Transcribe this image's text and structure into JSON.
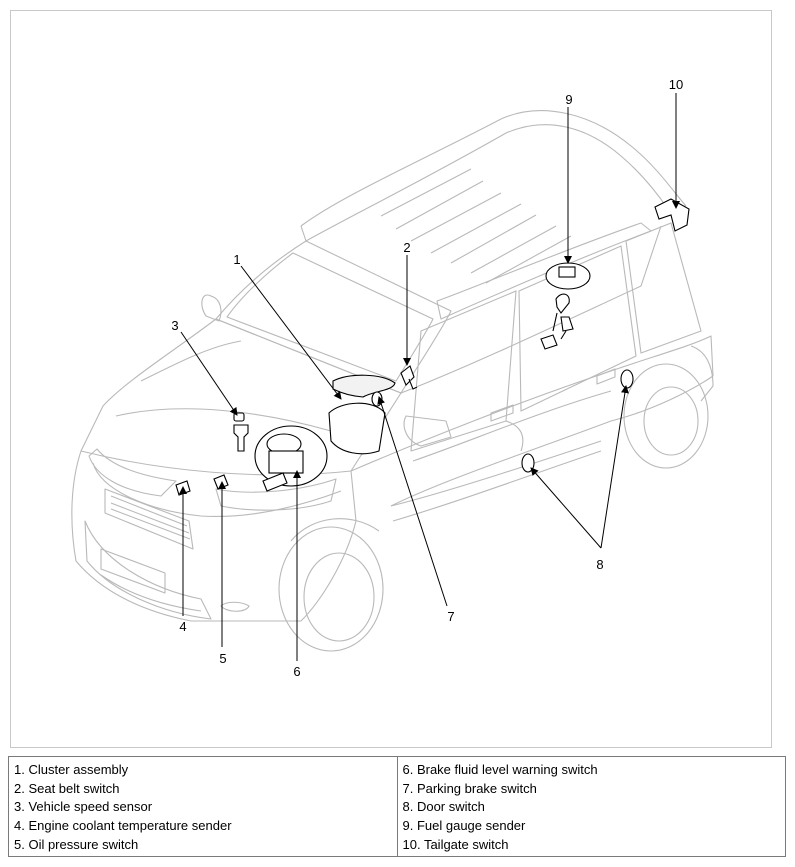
{
  "callouts": [
    "1",
    "2",
    "3",
    "4",
    "5",
    "6",
    "7",
    "8",
    "9",
    "10"
  ],
  "legend": {
    "left": [
      "1. Cluster assembly",
      "2. Seat belt switch",
      "3. Vehicle speed sensor",
      "4. Engine coolant temperature sender",
      "5. Oil pressure switch"
    ],
    "right": [
      "6. Brake fluid level warning switch",
      "7. Parking brake switch",
      "8. Door switch",
      "9. Fuel gauge sender",
      "10. Tailgate switch"
    ]
  }
}
